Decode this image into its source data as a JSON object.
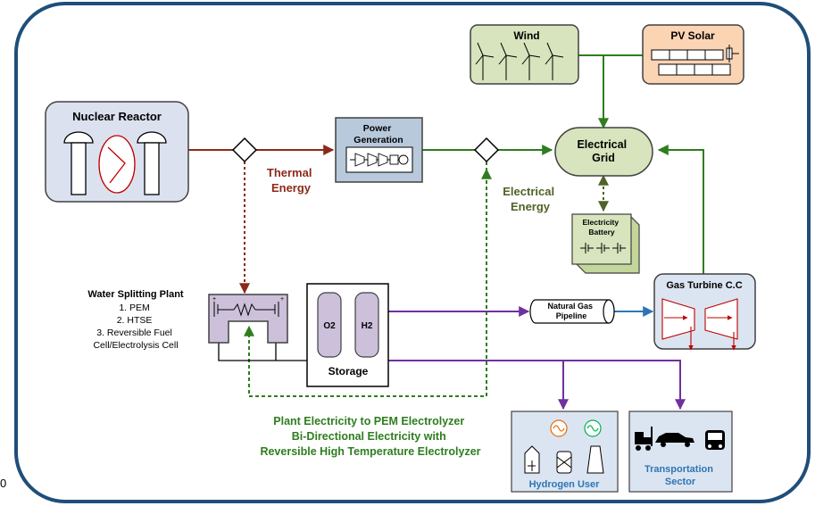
{
  "nodes": {
    "nuclear_reactor": "Nuclear Reactor",
    "power_generation": [
      "Power",
      "Generation"
    ],
    "electrical_grid": [
      "Electrical",
      "Grid"
    ],
    "wind": "Wind",
    "pv_solar": "PV Solar",
    "electricity_battery": [
      "Electricity",
      "Battery"
    ],
    "gas_turbine": "Gas Turbine C.C",
    "natural_gas_pipeline": [
      "Natural Gas",
      "Pipeline"
    ],
    "storage": "Storage",
    "o2": "O2",
    "h2": "H2",
    "hydrogen_user": "Hydrogen User",
    "transportation_sector": [
      "Transportation",
      "Sector"
    ]
  },
  "water_splitting": {
    "title": "Water Splitting Plant",
    "items": [
      "1. PEM",
      "2. HTSE",
      "3. Reversible Fuel",
      "Cell/Electrolysis Cell"
    ]
  },
  "labels": {
    "thermal_energy": [
      "Thermal",
      "Energy"
    ],
    "electrical_energy": [
      "Electrical",
      "Energy"
    ],
    "plant_electricity": [
      "Plant Electricity to PEM Electrolyzer",
      "Bi-Directional Electricity with",
      "Reversible High Temperature Electrolyzer"
    ],
    "edge_mark": "0"
  },
  "colors": {
    "frame": "#1f4e79",
    "thermal": "#8b2a1a",
    "electrical": "#2e7d1f",
    "electrical_text": "#4f6228",
    "gas": "#7030a0",
    "blue_flow": "#2e75b6",
    "grid_fill": "#d7e4bd",
    "reactor_fill": "#dbe1ef",
    "solar_fill": "#fbd4b4",
    "plant_fill": "#ccc0da",
    "user_fill": "#dbe5f1"
  }
}
